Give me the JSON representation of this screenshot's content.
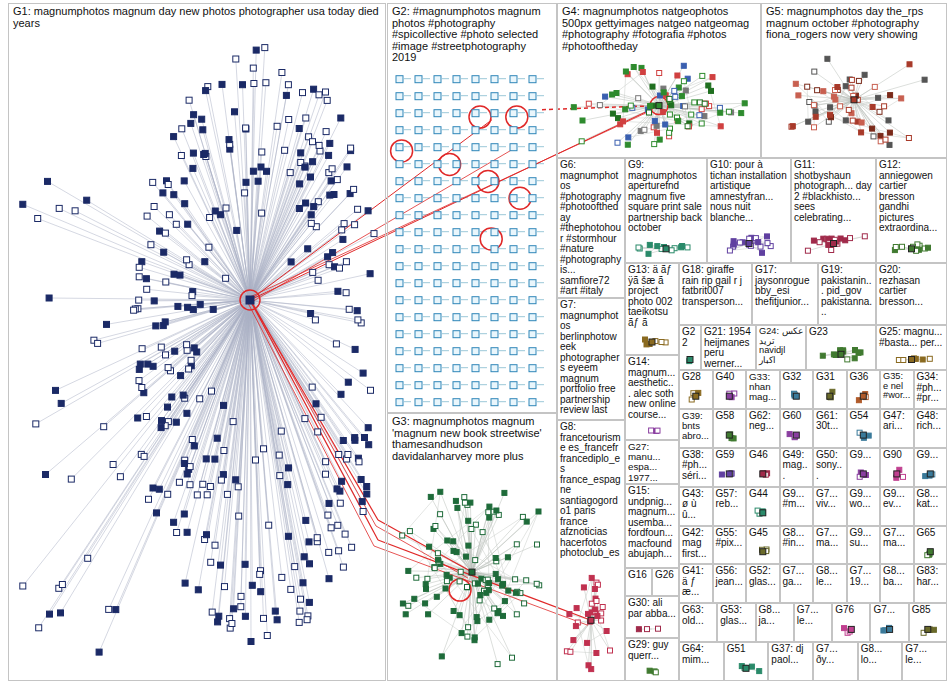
{
  "diagram": {
    "nodes": [
      {
        "text": [
          "G1: magnumphotos magnum day new photos photographer usa today died years"
        ]
      },
      {
        "text": [
          "G2: #magnumphotos magnum photos #photography #spicollective #photo selected #image #streetphotography 2019"
        ]
      },
      {
        "text": [
          "G4: magnumphotos natgeophotos 500px gettyimages natgeo natgeomag #photography #fotografia #photos #photooftheday"
        ]
      },
      {
        "text": [
          "G5: magnumphotos day the_rps magnum october #photography fiona_rogers now very showing"
        ]
      },
      {
        "text": [
          "G6: magnumphotos #photography #photooftheday #thephotohour #stormhour #nature #photographyis... samfiore72 #art #italy"
        ]
      },
      {
        "text": [
          "G9: magnumphotos aperturefnd magnum five square print sale partnership back october"
        ]
      },
      {
        "text": [
          "G10: pour à tichan installation artistique amnestyfran... nous nuit blanche..."
        ]
      },
      {
        "text": [
          "G11: shotbyshaun photograph... day 2 #blackhisto... sees celebrating..."
        ]
      },
      {
        "text": [
          "G12: anniegowen cartier bresson gandhi pictures extraordina..."
        ]
      },
      {
        "text": [
          "G13: ä ãƒ ÿã šæ ã project photo 002 taeikotsu ãƒ ã"
        ]
      },
      {
        "text": [
          "G18: giraffe rain rip gail r j fatbrit007 transperson..."
        ]
      },
      {
        "text": [
          "G17: jaysonrogue bby_esi thefitjunior..."
        ]
      },
      {
        "text": [
          "G19: pakistanin... pid_gov pakistanna..."
        ]
      },
      {
        "text": [
          "G20: rezhasan cartier bresson..."
        ]
      },
      {
        "text": [
          "G7: magnumphotos berlinphotoweek photographers eyeem magnum portfolio free partnership review last"
        ]
      },
      {
        "text": [
          "G22"
        ]
      },
      {
        "text": [
          "G21: 1954 heijmanes peru werner..."
        ]
      },
      {
        "text": [
          "G24: عكس تريد navidjl اكبار"
        ]
      },
      {
        "text": [
          "G23"
        ]
      },
      {
        "text": [
          "G25: magnu... #basta... per..."
        ]
      },
      {
        "text": [
          "G14: magnum... aesthetic... alec soth new online course..."
        ]
      },
      {
        "text": [
          "G3: magnumphotos magnum 'magnum new book streetwise' thamesandhudson davidalanharvey more plus"
        ]
      },
      {
        "text": [
          "G8: francetourisme es_francefr francediplo_es france_espagne santiagogordo1 paris france afznoticias hacerfotos photoclub_es"
        ]
      },
      {
        "text": [
          "G27: manu... espa... 1977..."
        ]
      },
      {
        "text": [
          "G15: undpnig... magnum... usemba... fordfoun... macfound abujaph..."
        ]
      },
      {
        "text": [
          "G16"
        ]
      },
      {
        "text": [
          "G26"
        ]
      },
      {
        "text": [
          "G30: ali par abba..."
        ]
      },
      {
        "text": [
          "G29: guy querr..."
        ]
      },
      {
        "text": [
          "G28"
        ]
      },
      {
        "text": [
          "G40"
        ]
      },
      {
        "text": [
          "G33: nhan mag..."
        ]
      },
      {
        "text": [
          "G32"
        ]
      },
      {
        "text": [
          "G31"
        ]
      },
      {
        "text": [
          "G36"
        ]
      },
      {
        "text": [
          "G35: e nel #wor..."
        ]
      },
      {
        "text": [
          "G34: #ph... #pr..."
        ]
      },
      {
        "text": [
          "G39: bnts abro..."
        ]
      },
      {
        "text": [
          "G58"
        ]
      },
      {
        "text": [
          "G62: neg..."
        ]
      },
      {
        "text": [
          "G60"
        ]
      },
      {
        "text": [
          "G61: 30t..."
        ]
      },
      {
        "text": [
          "G54"
        ]
      },
      {
        "text": [
          "G47: ari..."
        ]
      },
      {
        "text": [
          "G48: rich..."
        ]
      },
      {
        "text": [
          "G38: #ph... séri..."
        ]
      },
      {
        "text": [
          "G59"
        ]
      },
      {
        "text": [
          "G46"
        ]
      },
      {
        "text": [
          "G49: mag..."
        ]
      },
      {
        "text": [
          "G50: sony..."
        ]
      },
      {
        "text": [
          "G9..."
        ]
      },
      {
        "text": [
          "G90"
        ]
      },
      {
        "text": [
          "G9..."
        ]
      },
      {
        "text": [
          "G43: ø ù û..."
        ]
      },
      {
        "text": [
          "G57: reb..."
        ]
      },
      {
        "text": [
          "G44"
        ]
      },
      {
        "text": [
          "G9... #m..."
        ]
      },
      {
        "text": [
          "G7... viv..."
        ]
      },
      {
        "text": [
          "G9... wo..."
        ]
      },
      {
        "text": [
          "G9... ev..."
        ]
      },
      {
        "text": [
          "G8... kat..."
        ]
      },
      {
        "text": [
          "G42: mag first..."
        ]
      },
      {
        "text": [
          "G55: #pix..."
        ]
      },
      {
        "text": [
          "G45"
        ]
      },
      {
        "text": [
          "G8... #in..."
        ]
      },
      {
        "text": [
          "G7... ma..."
        ]
      },
      {
        "text": [
          "G9... su..."
        ]
      },
      {
        "text": [
          "G7... ma..."
        ]
      },
      {
        "text": [
          "G65"
        ]
      },
      {
        "text": [
          "G41: ä ƒ æ..."
        ]
      },
      {
        "text": [
          "G56: jean..."
        ]
      },
      {
        "text": [
          "G52: glas..."
        ]
      },
      {
        "text": [
          "G7... ga..."
        ]
      },
      {
        "text": [
          "G8... le..."
        ]
      },
      {
        "text": [
          "G7... 19..."
        ]
      },
      {
        "text": [
          "G8... ba..."
        ]
      },
      {
        "text": [
          "G83: har..."
        ]
      },
      {
        "text": [
          "G63: old..."
        ]
      },
      {
        "text": [
          "G53: glas..."
        ]
      },
      {
        "text": [
          "G8... ja..."
        ]
      },
      {
        "text": [
          "G7... le..."
        ]
      },
      {
        "text": [
          "G76"
        ]
      },
      {
        "text": [
          "G7..."
        ]
      },
      {
        "text": [
          "G85"
        ]
      },
      {
        "text": [
          "G64: mim..."
        ]
      },
      {
        "text": [
          "G51"
        ]
      },
      {
        "text": [
          "G37: dj paol..."
        ]
      },
      {
        "text": [
          "G7... ðy..."
        ]
      },
      {
        "text": [
          "G8... lo..."
        ]
      },
      {
        "text": [
          "G7... le..."
        ]
      }
    ]
  }
}
